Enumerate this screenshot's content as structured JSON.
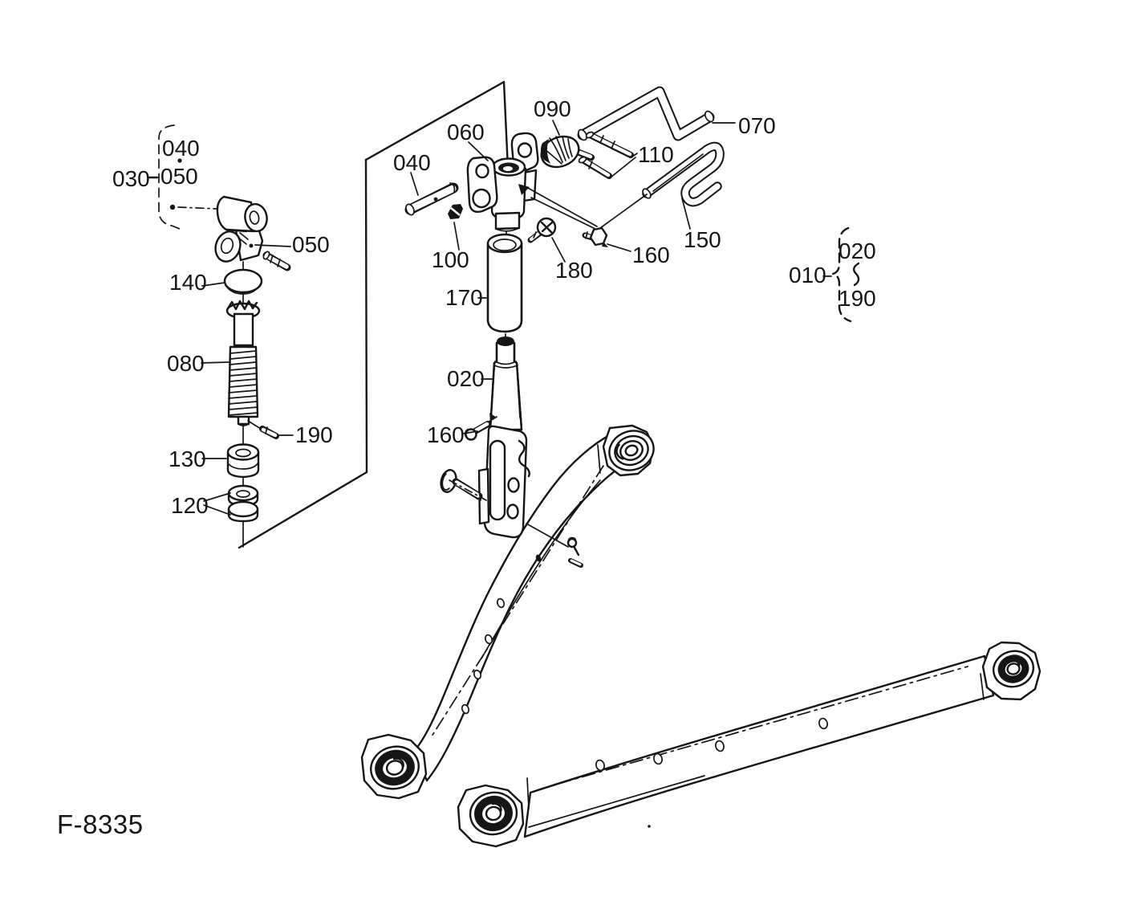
{
  "diagram": {
    "figure_code": "F-8335",
    "callouts": [
      {
        "ref": "030",
        "text": "030"
      },
      {
        "ref": "040-group",
        "text": "040"
      },
      {
        "ref": "050-group",
        "text": "050"
      },
      {
        "ref": "050",
        "text": "050"
      },
      {
        "ref": "140",
        "text": "140"
      },
      {
        "ref": "080",
        "text": "080"
      },
      {
        "ref": "190-left",
        "text": "190"
      },
      {
        "ref": "130",
        "text": "130"
      },
      {
        "ref": "120",
        "text": "120"
      },
      {
        "ref": "040-center",
        "text": "040"
      },
      {
        "ref": "060",
        "text": "060"
      },
      {
        "ref": "100",
        "text": "100"
      },
      {
        "ref": "170",
        "text": "170"
      },
      {
        "ref": "020-center",
        "text": "020"
      },
      {
        "ref": "160-lower",
        "text": "160"
      },
      {
        "ref": "090",
        "text": "090"
      },
      {
        "ref": "110",
        "text": "110"
      },
      {
        "ref": "070",
        "text": "070"
      },
      {
        "ref": "150",
        "text": "150"
      },
      {
        "ref": "180",
        "text": "180"
      },
      {
        "ref": "160-upper",
        "text": "160"
      },
      {
        "ref": "010",
        "text": "010"
      },
      {
        "ref": "020-range",
        "text": "020"
      },
      {
        "ref": "190-range",
        "text": "190"
      }
    ],
    "groups": [
      {
        "label": "030",
        "style": "dashed-bracket",
        "members": [
          "040",
          "050"
        ]
      },
      {
        "label": "010",
        "style": "dashed-brace",
        "range_from": "020",
        "range_to": "190"
      }
    ]
  },
  "colors": {
    "ink": "#161616",
    "paper": "#ffffff"
  }
}
